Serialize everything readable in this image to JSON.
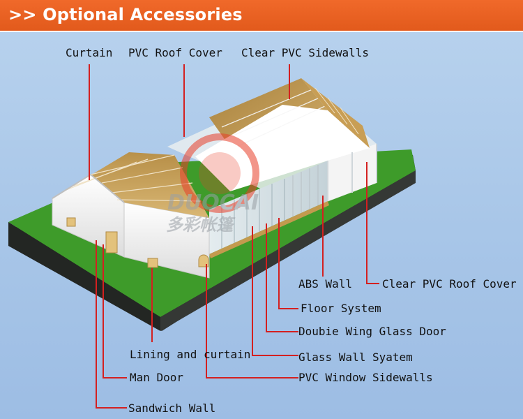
{
  "header": {
    "title": ">> Optional Accessories"
  },
  "watermark": {
    "brand": "DUOCAI",
    "sub": "多彩帐篷"
  },
  "colors": {
    "header": "#e8601f",
    "background": "#aecbea",
    "grass": "#3f9a2c",
    "callout_line": "#d42020",
    "roof_panel": "#c8a45a",
    "wall": "#f2f2f2"
  },
  "labels": {
    "curtain": "Curtain",
    "pvc_roof_cover": "PVC Roof Cover",
    "clear_pvc_sidewalls": "Clear PVC Sidewalls",
    "abs_wall": "ABS Wall",
    "clear_pvc_roof_cover": "Clear PVC Roof Cover",
    "floor_system": "Floor System",
    "double_wing_glass_door": "Doubie Wing Glass Door",
    "lining_and_curtain": "Lining and curtain",
    "glass_wall_system": "Glass Wall Syatem",
    "man_door": "Man Door",
    "pvc_window_sidewalls": "PVC Window Sidewalls",
    "sandwich_wall": "Sandwich Wall"
  }
}
